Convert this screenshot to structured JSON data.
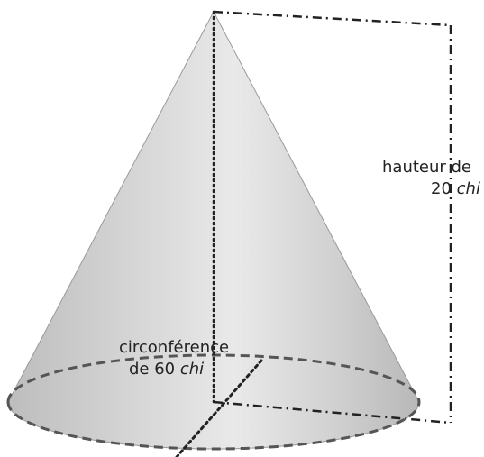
{
  "labels": {
    "height": {
      "line1": "hauteur de",
      "line2_number": "20",
      "line2_unit": "chi"
    },
    "circumference": {
      "line1": "circonférence",
      "line2_prefix": "de 60",
      "line2_unit": "chi"
    }
  },
  "colors": {
    "cone_light": "#e6e6e6",
    "cone_dark": "#b9b9b9",
    "base_fill": "#cfcfcf",
    "line": "#222222"
  }
}
